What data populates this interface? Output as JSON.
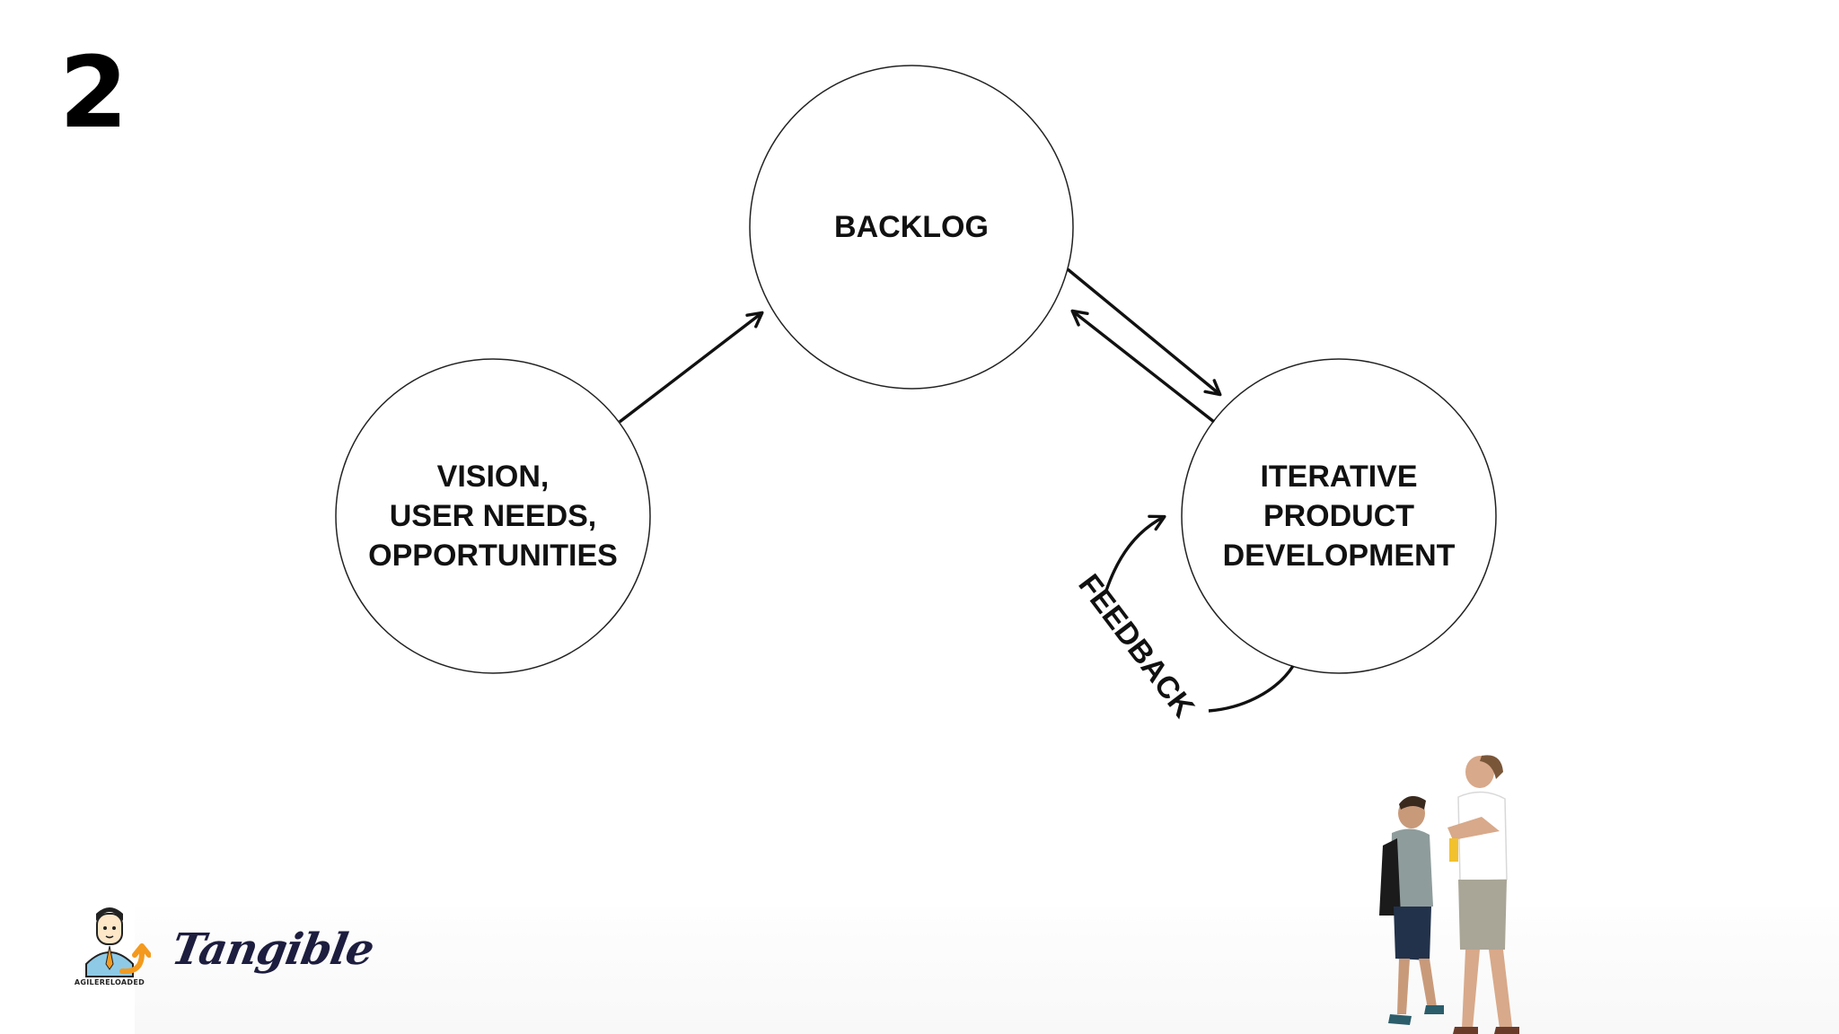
{
  "slide": {
    "number": "2"
  },
  "diagram": {
    "nodes": [
      {
        "id": "backlog",
        "lines": [
          "BACKLOG"
        ]
      },
      {
        "id": "vision",
        "lines": [
          "VISION,",
          "USER NEEDS,",
          "OPPORTUNITIES"
        ]
      },
      {
        "id": "iterative",
        "lines": [
          "ITERATIVE",
          "PRODUCT",
          "DEVELOPMENT"
        ]
      }
    ],
    "edges": [
      {
        "from": "vision",
        "to": "backlog"
      },
      {
        "from": "backlog",
        "to": "iterative"
      },
      {
        "from": "iterative",
        "to": "backlog"
      },
      {
        "from": "iterative",
        "to": "iterative",
        "label": "FEEDBACK"
      }
    ],
    "feedback_label": "FEEDBACK"
  },
  "logos": {
    "agile_reloaded": "AGILERELOADED",
    "tangible": "Tangible"
  },
  "colors": {
    "ink": "#111111",
    "accent_orange": "#f39a1e",
    "accent_blue": "#8ecae6",
    "tangible_navy": "#1d1d3f"
  }
}
